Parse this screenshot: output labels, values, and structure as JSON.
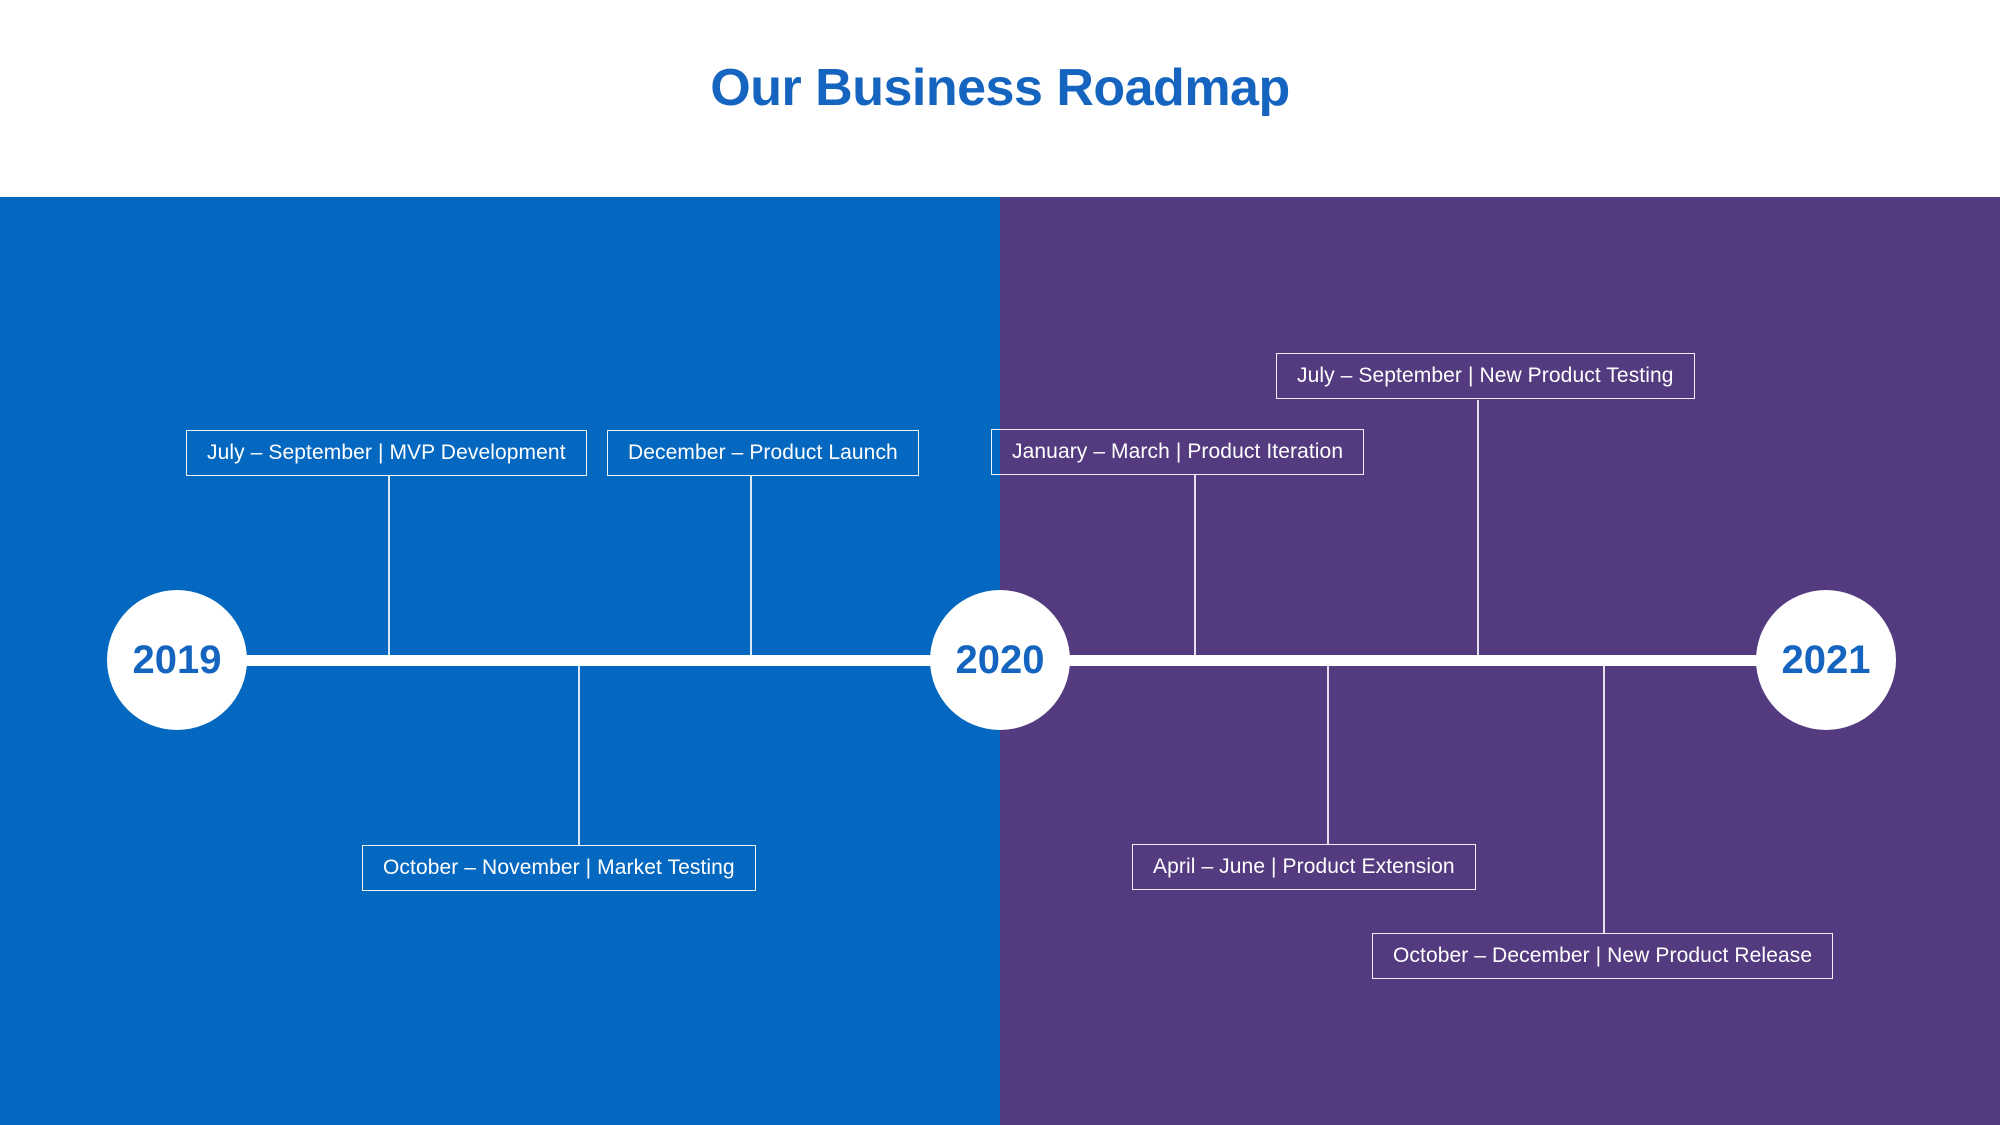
{
  "header": {
    "title": "Our Business Roadmap"
  },
  "theme": {
    "title_color": "#1565C0",
    "left_panel_color": "#0568C0",
    "right_panel_color": "#543B7F",
    "line_color": "#FFFFFF",
    "box_text_color": "#FFFFFF",
    "year_text_color": "#1565C0"
  },
  "timeline": {
    "years": [
      {
        "label": "2019"
      },
      {
        "label": "2020"
      },
      {
        "label": "2021"
      }
    ],
    "milestones": [
      {
        "label": "July – September  |  MVP Development",
        "year": "2019",
        "position": "above"
      },
      {
        "label": "December –  Product Launch",
        "year": "2019",
        "position": "above"
      },
      {
        "label": "October – November  |  Market Testing",
        "year": "2019",
        "position": "below"
      },
      {
        "label": "January – March  |  Product Iteration",
        "year": "2020",
        "position": "above"
      },
      {
        "label": "July – September  |  New Product Testing",
        "year": "2020",
        "position": "above"
      },
      {
        "label": "April – June  |  Product Extension",
        "year": "2020",
        "position": "below"
      },
      {
        "label": "October – December  |  New Product Release",
        "year": "2020",
        "position": "below"
      }
    ]
  }
}
